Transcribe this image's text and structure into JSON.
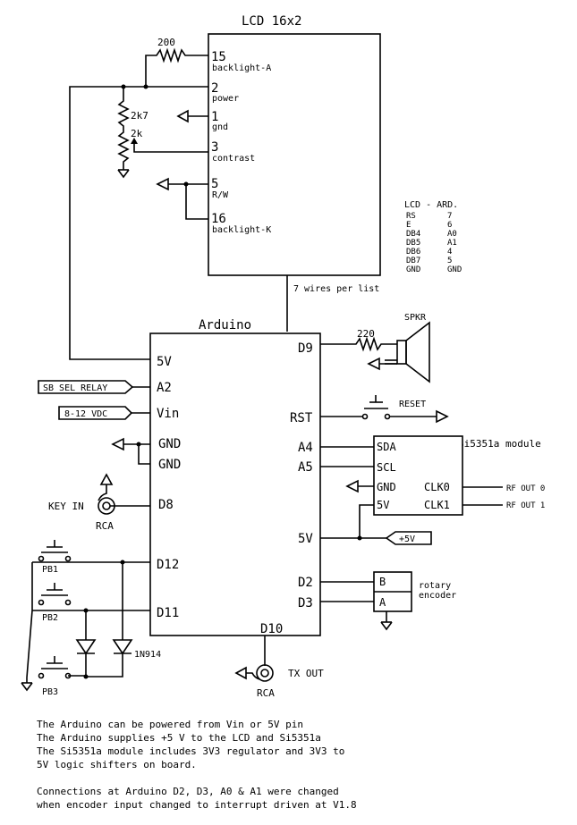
{
  "lcd": {
    "title": "LCD 16x2",
    "pins": [
      {
        "num": "15",
        "name": "backlight-A"
      },
      {
        "num": "2",
        "name": "power"
      },
      {
        "num": "1",
        "name": "gnd"
      },
      {
        "num": "3",
        "name": "contrast"
      },
      {
        "num": "5",
        "name": "R/W"
      },
      {
        "num": "16",
        "name": "backlight-K"
      }
    ],
    "r_backlight": "200",
    "r_contrast_fixed": "2k7",
    "r_contrast_pot": "2k",
    "wires_note": "7 wires per list"
  },
  "lcd_table": {
    "header": "LCD - ARD.",
    "rows": [
      [
        "RS",
        "7"
      ],
      [
        "E",
        "6"
      ],
      [
        "DB4",
        "A0"
      ],
      [
        "DB5",
        "A1"
      ],
      [
        "DB6",
        "4"
      ],
      [
        "DB7",
        "5"
      ],
      [
        "GND",
        "GND"
      ]
    ]
  },
  "arduino": {
    "title": "Arduino",
    "left_pins": [
      "5V",
      "A2",
      "Vin",
      "GND",
      "GND",
      "D8",
      "D12",
      "D11"
    ],
    "right_pins": [
      "D9",
      "RST",
      "A4",
      "A5",
      "5V",
      "D2",
      "D3"
    ],
    "bottom_pin": "D10"
  },
  "speaker": {
    "label": "SPKR",
    "resistor": "220"
  },
  "reset": {
    "label": "RESET"
  },
  "si5351": {
    "title": "Si5351a module",
    "left_pins": [
      "SDA",
      "SCL",
      "GND",
      "5V"
    ],
    "right_pins": [
      "CLK0",
      "CLK1"
    ],
    "outputs": [
      "RF OUT 0",
      "RF OUT 1"
    ],
    "supply": "+5V"
  },
  "encoder": {
    "pins": [
      "B",
      "A"
    ],
    "label_line1": "rotary",
    "label_line2": "encoder"
  },
  "inputs": {
    "sb_sel": "SB SEL RELAY",
    "vin": "8-12 VDC",
    "key_in": "KEY IN",
    "key_conn": "RCA",
    "tx_out": "TX OUT",
    "tx_conn": "RCA"
  },
  "buttons": [
    "PB1",
    "PB2",
    "PB3"
  ],
  "diode": "1N914",
  "notes": [
    "The Arduino can be powered from Vin or 5V pin",
    "The Arduino supplies +5 V to the LCD and Si5351a",
    "The Si5351a module includes 3V3 regulator and 3V3 to",
    "5V logic shifters on board.",
    "",
    "Connections at Arduino D2, D3, A0 & A1 were changed",
    "when encoder input changed to interrupt driven at V1.8"
  ]
}
